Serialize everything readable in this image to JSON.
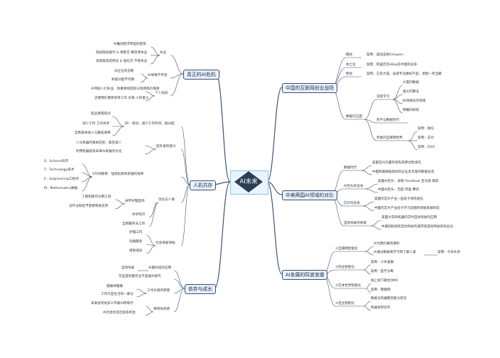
{
  "center": "AI未来",
  "left_branches": [
    {
      "title": "真正的AI危机",
      "children": [
        {
          "label": "失业",
          "children": [
            "AI推动经济转型的担忧",
            "低技能低端代 & 移民交 赛音者失业",
            "高技能非结构化 & 强社交 不者失业"
          ]
        },
        {
          "label": "AI导致不平等",
          "children": [
            "AI企业的垄断",
            "财富分配不均衡"
          ]
        },
        {
          "label": "个人危机",
          "children": [
            "AI夺取人们失业、你重新找回的认同感和价值感",
            "迈便我们重新思考工作 价值 人的意义"
          ]
        }
      ]
    },
    {
      "title": "人机共存",
      "children": [
        {
          "label": "3R：培训、减少工作时间、再分配",
          "children": [
            "就业者再培训",
            "减少工时 工作共享",
            "全民基本收入与最低保障"
          ]
        },
        {
          "label": "提升爱的能力",
          "children": [
            "人与机器的根本区别：能否爱人",
            "利用机器提高未来AI发展的文化"
          ]
        },
        {
          "label": "STEM教育：强调创意和思维的培养",
          "children": [
            "S：Science科学",
            "T：Technology技术",
            "E：Engineering工程师",
            "M：Mathematics数据"
          ]
        },
        {
          "label": "关怀护理医师",
          "children": [
            "了解和操作诊断工具",
            "治疗过程给予患者情感支持"
          ]
        },
        {
          "label": "优化与人情",
          "children": [
            "共享经济",
            "全职服务员工作"
          ]
        },
        {
          "label": "社会贡献津贴",
          "children": [
            "护理工作",
            "社群服务",
            "增受培训"
          ]
        }
      ]
    },
    {
      "title": "依存与成长",
      "children": [
        {
          "label": "AI最初设的应用",
          "children": [
            "自动驾驶"
          ]
        },
        {
          "label": "",
          "children": [
            "可是度的服务业不是被AI取代"
          ]
        },
        {
          "label": "工作价值的转变",
          "children": [
            "健康体健康",
            "工作只是生活的一部分"
          ]
        },
        {
          "label": "保持危机感",
          "children": [
            "未来会有很多工作被AI所取代",
            "AI也会创造出很多机会"
          ]
        }
      ]
    }
  ],
  "right_branches": [
    {
      "title": "中国的互联网创业战场",
      "children": [
        {
          "label": "模仿",
          "children": [
            "案例：美团击败Groupon"
          ]
        },
        {
          "label": "本土化",
          "children": [
            "案例：阿里巴巴eBay在中国的竞争"
          ]
        },
        {
          "label": "原创",
          "children": [
            "案例：王思大成、吴提专注做好产品、承担一券当撤"
          ]
        },
        {
          "label": "数据的王国",
          "children": [
            {
              "label": "深度学习",
              "children": [
                "大量的数据",
                "强大的算法",
                "好领域化的领域",
                "明确的目标"
              ]
            },
            {
              "label": "买不与数据时代",
              "children": []
            },
            {
              "label": "另类的互联网世界",
              "children": [
                "案例：微信",
                "案例：支付",
                "案例：O2O"
              ]
            }
          ]
        }
      ]
    },
    {
      "title": "中美两国AI领域的对比",
      "children": [
        {
          "label": "数据时代",
          "children": [
            "美国在AI方面的领先等原创性领先",
            "中国和邀根据母初的企业多丰富的数据生态"
          ]
        },
        {
          "label": "AI巨头的竞争",
          "children": [
            "美国AI巨头：谷歌 Facebook 亚马逊 微软",
            "中国AI巨头：百度 阿里 腾讯"
          ]
        },
        {
          "label": "芯片的竞争",
          "children": [
            "美国的芯片产业一直处于领先地位",
            "中国的芯片产业处于学习追随的快速发展阶段"
          ]
        },
        {
          "label": "自动驾驶的探索",
          "children": [
            "美国大车和机器的实时自动驾驶的应用",
            "中国则指组织自动驾驶的城市道自动驾驶的商业化"
          ]
        }
      ]
    },
    {
      "title": "AI发展的四波浪潮",
      "children": [
        {
          "label": "①互联网智能化",
          "children": [
            "AI为我们做肉便利",
            "AI通过数据来学习和了解人类"
          ],
          "extra": "案例：今日头条"
        },
        {
          "label": "②商业智能化",
          "children": [
            "案例：小米金融",
            "案例：医疗诊断"
          ]
        },
        {
          "label": "③实体世界智能化",
          "children": [
            "线上线下融合OMO",
            "案例：整联网"
          ]
        },
        {
          "label": "④自主智能化",
          "children": [
            "数据与机器服务能力结合",
            "机器协同合作"
          ]
        }
      ]
    }
  ]
}
